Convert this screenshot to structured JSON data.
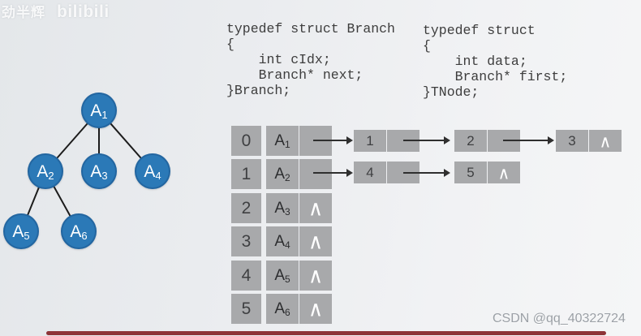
{
  "colors": {
    "node_blue": "#2b79b7",
    "cell_gray": "#a8a9ab",
    "arrow_dark": "#2f2f2f",
    "progress_red": "#8e3438"
  },
  "watermarks": {
    "uploader": "劲半辉",
    "platform_logo": "bilibili",
    "csdn": "CSDN @qq_40322724"
  },
  "code": {
    "branch_struct": "typedef struct Branch\n{\n    int cIdx;\n    Branch* next;\n}Branch;",
    "tnode_struct": "typedef struct\n{\n    int data;\n    Branch* first;\n}TNode;"
  },
  "tree": {
    "nodes": [
      {
        "base": "A",
        "sub": "1"
      },
      {
        "base": "A",
        "sub": "2"
      },
      {
        "base": "A",
        "sub": "3"
      },
      {
        "base": "A",
        "sub": "4"
      },
      {
        "base": "A",
        "sub": "5"
      },
      {
        "base": "A",
        "sub": "6"
      }
    ],
    "edges": [
      [
        "A1",
        "A2"
      ],
      [
        "A1",
        "A3"
      ],
      [
        "A1",
        "A4"
      ],
      [
        "A2",
        "A5"
      ],
      [
        "A2",
        "A6"
      ]
    ]
  },
  "array_table": {
    "null_symbol": "∧",
    "rows": [
      {
        "index": "0",
        "base": "A",
        "sub": "1",
        "pointer": ""
      },
      {
        "index": "1",
        "base": "A",
        "sub": "2",
        "pointer": ""
      },
      {
        "index": "2",
        "base": "A",
        "sub": "3",
        "pointer": "∧"
      },
      {
        "index": "3",
        "base": "A",
        "sub": "4",
        "pointer": "∧"
      },
      {
        "index": "4",
        "base": "A",
        "sub": "5",
        "pointer": "∧"
      },
      {
        "index": "5",
        "base": "A",
        "sub": "6",
        "pointer": "∧"
      }
    ]
  },
  "linked_lists": {
    "row0": [
      {
        "value": "1",
        "next": ""
      },
      {
        "value": "2",
        "next": ""
      },
      {
        "value": "3",
        "next": "∧"
      }
    ],
    "row1": [
      {
        "value": "4",
        "next": ""
      },
      {
        "value": "5",
        "next": "∧"
      }
    ]
  }
}
